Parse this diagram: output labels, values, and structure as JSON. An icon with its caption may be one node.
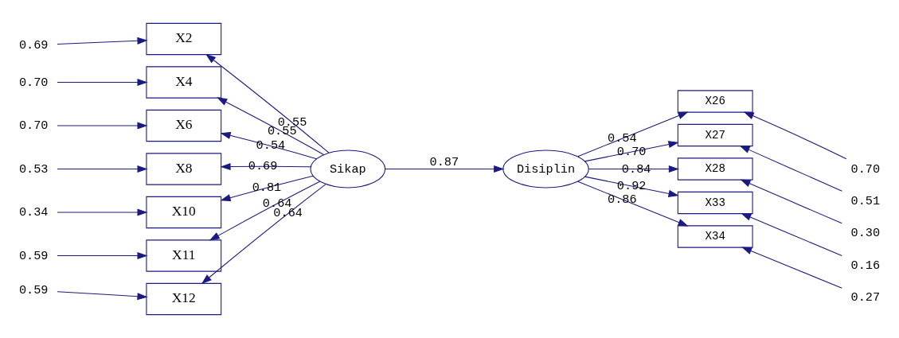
{
  "diagram": {
    "nodes": [
      {
        "text": [
          "X2"
        ]
      },
      {
        "text": [
          "X4"
        ]
      },
      {
        "text": [
          "X6"
        ]
      },
      {
        "text": [
          "X8"
        ]
      },
      {
        "text": [
          "X10"
        ]
      },
      {
        "text": [
          "X11"
        ]
      },
      {
        "text": [
          "X12"
        ]
      },
      {
        "text": [
          "Sikap"
        ]
      },
      {
        "text": [
          "Disiplin"
        ]
      },
      {
        "text": [
          "X26"
        ]
      },
      {
        "text": [
          "X27"
        ]
      },
      {
        "text": [
          "X28"
        ]
      },
      {
        "text": [
          "X33"
        ]
      },
      {
        "text": [
          "X34"
        ]
      },
      {
        "text": [
          "0.69"
        ]
      },
      {
        "text": [
          "0.70"
        ]
      },
      {
        "text": [
          "0.70"
        ]
      },
      {
        "text": [
          "0.53"
        ]
      },
      {
        "text": [
          "0.34"
        ]
      },
      {
        "text": [
          "0.59"
        ]
      },
      {
        "text": [
          "0.59"
        ]
      },
      {
        "text": [
          "0.70"
        ]
      },
      {
        "text": [
          "0.51"
        ]
      },
      {
        "text": [
          "0.30"
        ]
      },
      {
        "text": [
          "0.16"
        ]
      },
      {
        "text": [
          "0.27"
        ]
      }
    ],
    "edges": [
      {
        "from": 14,
        "to": 0,
        "arrow": "to"
      },
      {
        "from": 15,
        "to": 1,
        "arrow": "to"
      },
      {
        "from": 16,
        "to": 2,
        "arrow": "to"
      },
      {
        "from": 17,
        "to": 3,
        "arrow": "to"
      },
      {
        "from": 18,
        "to": 4,
        "arrow": "to"
      },
      {
        "from": 19,
        "to": 5,
        "arrow": "to"
      },
      {
        "from": 20,
        "to": 6,
        "arrow": "to"
      },
      {
        "from": 7,
        "to": 0,
        "arrow": "to",
        "label": "0.55"
      },
      {
        "from": 7,
        "to": 1,
        "arrow": "to",
        "label": "0.55"
      },
      {
        "from": 7,
        "to": 2,
        "arrow": "to",
        "label": "0.54"
      },
      {
        "from": 7,
        "to": 3,
        "arrow": "to",
        "label": "0.69"
      },
      {
        "from": 7,
        "to": 4,
        "arrow": "to",
        "label": "0.81"
      },
      {
        "from": 7,
        "to": 5,
        "arrow": "to",
        "label": "0.64"
      },
      {
        "from": 7,
        "to": 6,
        "arrow": "to",
        "label": "0.64"
      },
      {
        "from": 7,
        "to": 8,
        "arrow": "to",
        "label": "0.87"
      },
      {
        "from": 8,
        "to": 9,
        "arrow": "to",
        "label": "0.54"
      },
      {
        "from": 8,
        "to": 10,
        "arrow": "to",
        "label": "0.70"
      },
      {
        "from": 8,
        "to": 11,
        "arrow": "to",
        "label": "0.84"
      },
      {
        "from": 8,
        "to": 12,
        "arrow": "to",
        "label": "0.92"
      },
      {
        "from": 8,
        "to": 13,
        "arrow": "to",
        "label": "0.86"
      },
      {
        "from": 21,
        "to": 9,
        "arrow": "to"
      },
      {
        "from": 22,
        "to": 10,
        "arrow": "to"
      },
      {
        "from": 23,
        "to": 11,
        "arrow": "to"
      },
      {
        "from": 24,
        "to": 12,
        "arrow": "to"
      },
      {
        "from": 25,
        "to": 13,
        "arrow": "to"
      }
    ]
  }
}
